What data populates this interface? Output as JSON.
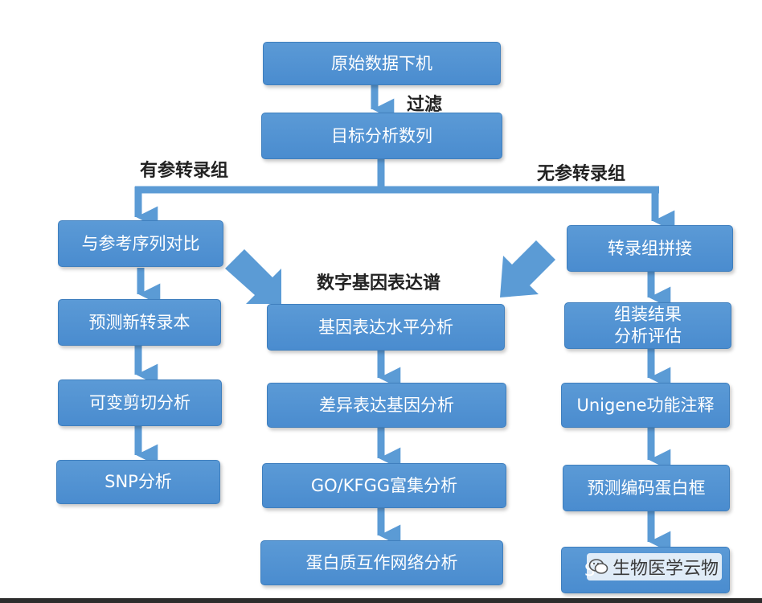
{
  "nodes": {
    "raw_data": "原始数据下机",
    "target_sequence": "目标分析数列",
    "ref_compare": "与参考序列对比",
    "predict_transcripts": "预测新转录本",
    "alt_splicing": "可变剪切分析",
    "snp": "SNP分析",
    "expression_level": "基因表达水平分析",
    "diff_expression": "差异表达基因分析",
    "go_enrichment": "GO/KFGG富集分析",
    "ppi_network": "蛋白质互作网络分析",
    "assembly": "转录组拼接",
    "assembly_eval": "组装结果\n分析评估",
    "unigene_annotation": "Unigene功能注释",
    "predict_cds": "预测编码蛋白框",
    "bottom_right": "S"
  },
  "labels": {
    "filter": "过滤",
    "with_reference": "有参转录组",
    "without_reference": "无参转录组",
    "expression_profile": "数字基因表达谱"
  },
  "watermark": {
    "text": "生物医学云物",
    "icon": "wechat-icon"
  },
  "colors": {
    "box": "#4a8ccf",
    "arrow": "#5b9bd5",
    "text": "#ffffff"
  }
}
